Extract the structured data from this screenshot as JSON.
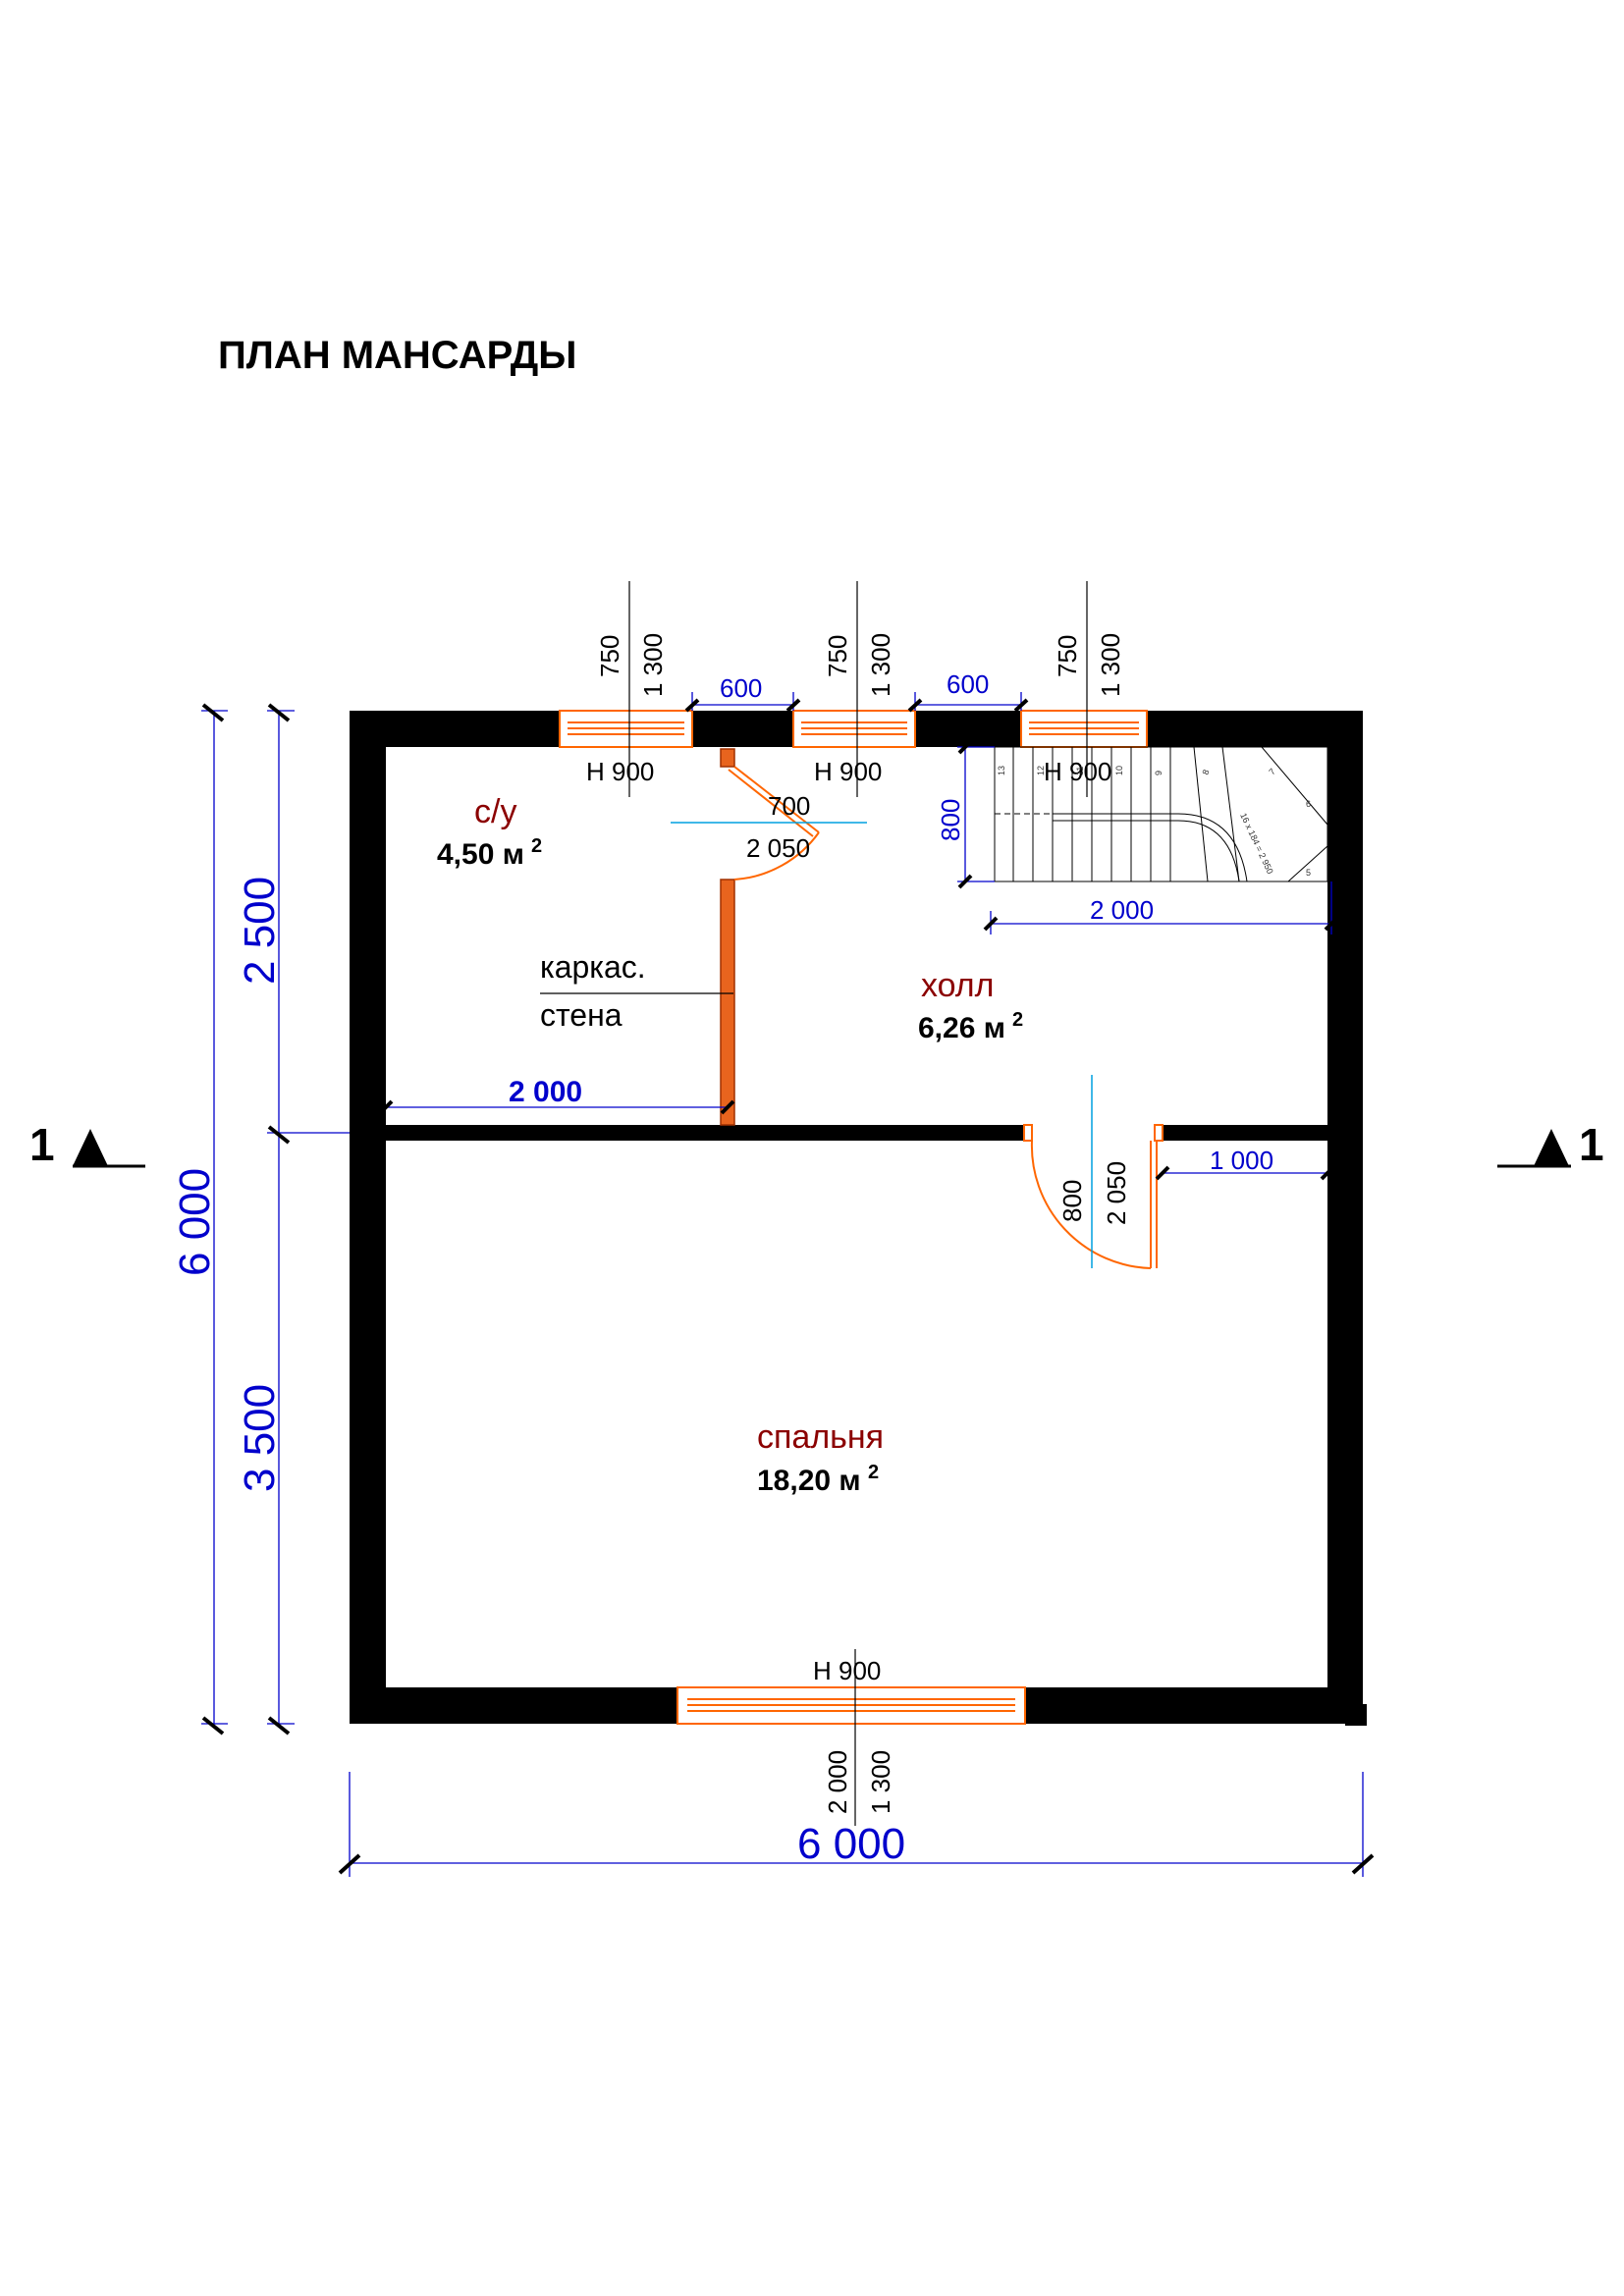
{
  "title": "ПЛАН МАНСАРДЫ",
  "rooms": {
    "bathroom": {
      "name": "с/у",
      "area": "4,50 м",
      "area_unit_sup": "2"
    },
    "hall": {
      "name": "холл",
      "area": "6,26 м",
      "area_unit_sup": "2"
    },
    "bedroom": {
      "name": "спальня",
      "area": "18,20 м",
      "area_unit_sup": "2"
    }
  },
  "note": {
    "line1": "каркас.",
    "line2": "стена"
  },
  "dimensions": {
    "total_width": "6 000",
    "total_height": "6 000",
    "left_top": "2 500",
    "left_bottom": "3 500",
    "partition_length": "2 000",
    "stair_length": "2 000",
    "stair_width": "800",
    "door_offset": "1 000",
    "pier_1": "600",
    "pier_2": "600"
  },
  "windows": {
    "w1": {
      "sill": "750",
      "height": "1 300",
      "label": "Н  900"
    },
    "w2": {
      "sill": "750",
      "height": "1 300",
      "label": "Н  900"
    },
    "w3": {
      "sill": "750",
      "height": "1 300",
      "label": "Н  900"
    },
    "w4": {
      "width": "2 000",
      "height": "1 300",
      "label": "Н  900"
    }
  },
  "doors": {
    "bath_door": {
      "width": "700",
      "height": "2 050"
    },
    "bedroom_door": {
      "width": "800",
      "height": "2 050"
    }
  },
  "stairs": {
    "steps": [
      "13",
      "12",
      "11",
      "10",
      "9",
      "8",
      "7",
      "6",
      "5"
    ],
    "formula": "16 x 184 = 2 950"
  },
  "section_marks": {
    "left": "1",
    "right": "1"
  },
  "colors": {
    "wall": "#000000",
    "dimension": "#0000cc",
    "door_window": "#ff6600",
    "frame_wall": "#e8641e",
    "room_name": "#8b0000",
    "axis": "#00a0e0"
  }
}
